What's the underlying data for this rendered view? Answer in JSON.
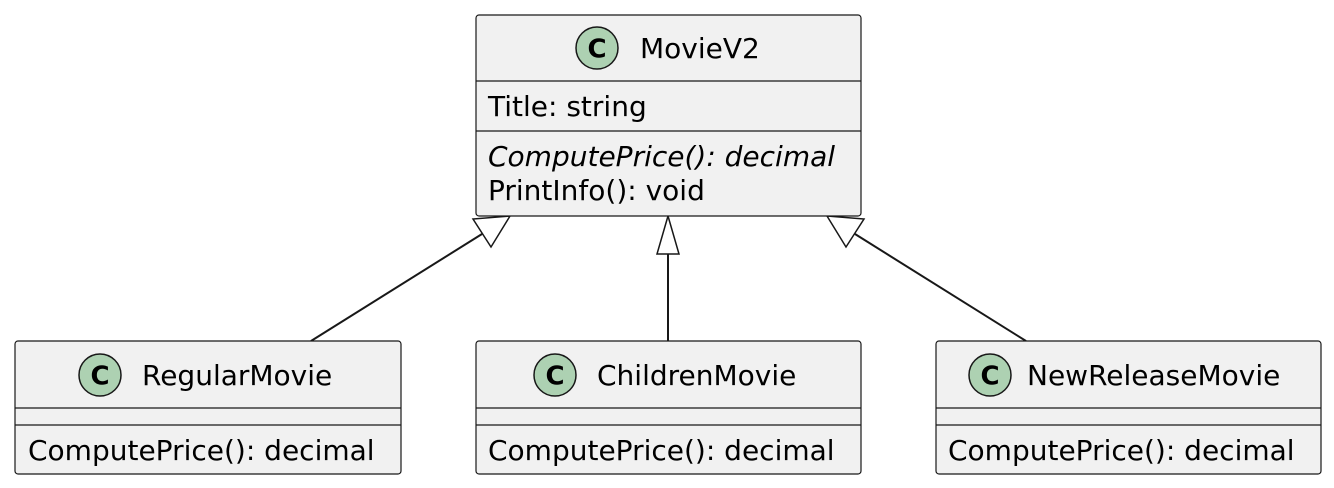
{
  "diagram": {
    "icon_color": "#ADD1B2",
    "classes": {
      "moviev2": {
        "icon": "C",
        "name": "MovieV2",
        "fields": [
          "Title: string"
        ],
        "methods": [
          {
            "text": "ComputePrice(): decimal",
            "abstract": true
          },
          {
            "text": "PrintInfo(): void",
            "abstract": false
          }
        ]
      },
      "regularmovie": {
        "icon": "C",
        "name": "RegularMovie",
        "fields": [],
        "methods": [
          {
            "text": "ComputePrice(): decimal",
            "abstract": false
          }
        ]
      },
      "childrenmovie": {
        "icon": "C",
        "name": "ChildrenMovie",
        "fields": [],
        "methods": [
          {
            "text": "ComputePrice(): decimal",
            "abstract": false
          }
        ]
      },
      "newreleasemovie": {
        "icon": "C",
        "name": "NewReleaseMovie",
        "fields": [],
        "methods": [
          {
            "text": "ComputePrice(): decimal",
            "abstract": false
          }
        ]
      }
    },
    "relations": [
      {
        "type": "inheritance",
        "from": "regularmovie",
        "to": "moviev2"
      },
      {
        "type": "inheritance",
        "from": "childrenmovie",
        "to": "moviev2"
      },
      {
        "type": "inheritance",
        "from": "newreleasemovie",
        "to": "moviev2"
      }
    ]
  }
}
